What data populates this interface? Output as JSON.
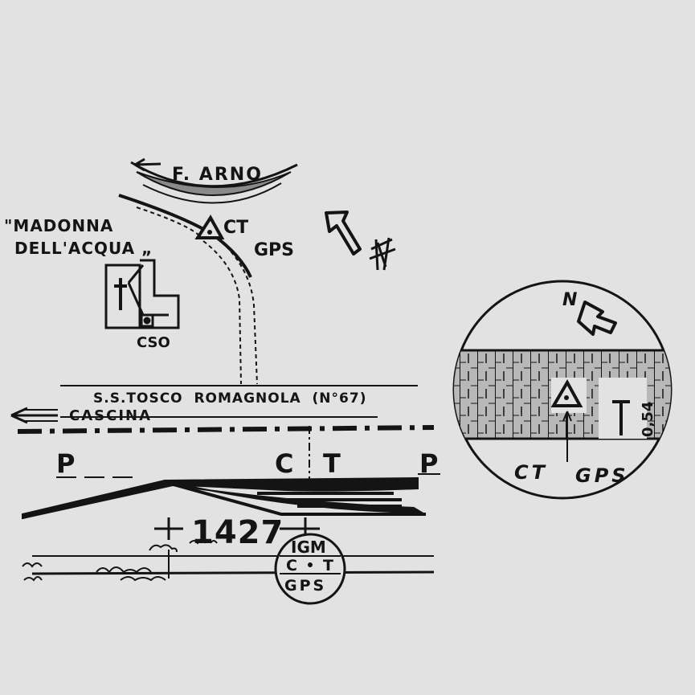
{
  "labels": {
    "river": "F. ARNO",
    "church_line1": "\"MADONNA",
    "church_line2": "DELL'ACQUA „",
    "station_ct": "CT",
    "station_gps": "GPS",
    "chimney": "CSO",
    "road_name": "S.S.TOSCO  ROMAGNOLA  (N°67)",
    "direction_town": "CASCINA",
    "profile_p_left": "P",
    "profile_c": "C",
    "profile_t": "T",
    "profile_p_right": "P",
    "benchmark_number": "1427",
    "igm": "IGM",
    "circle_c": "C",
    "circle_t": "T",
    "circle_gps": "GPS",
    "north": "N",
    "inset_ct": "CT",
    "inset_gps": "GPS",
    "inset_distance": "0,54"
  },
  "colors": {
    "ink": "#141414",
    "paper": "#e2e2e2",
    "river_fill": "#8a8a8a"
  },
  "icons": {
    "north_arrow": "north-arrow-icon",
    "north_symbol": "north-symbol-icon",
    "triangle_marker": "triangle-marker-icon",
    "cross": "cross-icon",
    "church": "church-icon"
  }
}
